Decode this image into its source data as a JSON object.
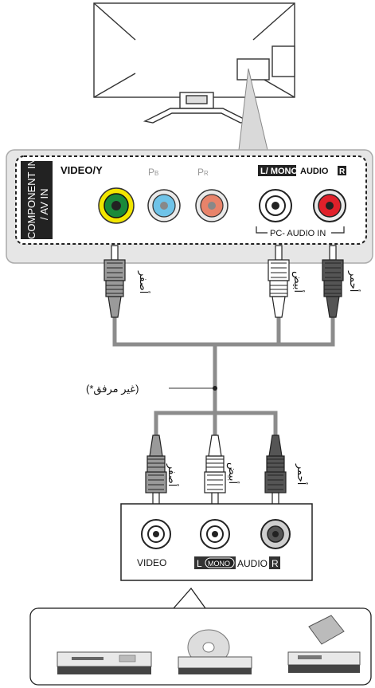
{
  "panel": {
    "group_label_line1": "COMPONENT IN",
    "group_label_line2": "/ AV IN",
    "video_y": "VIDEO/Y",
    "pb": "PB",
    "pr": "PR",
    "l_mono": "L/ MONO",
    "audio": "AUDIO",
    "r": "R",
    "pc_audio_in": "PC- AUDIO IN"
  },
  "cable": {
    "not_supplied": "(*غير مرفق)",
    "label_yellow": "أصفر",
    "label_white": "أبيض",
    "label_red": "أحمر"
  },
  "device_panel": {
    "video": "VIDEO",
    "l": "L",
    "mono": "MONO",
    "audio": "AUDIO",
    "r": "R"
  },
  "colors": {
    "yellow_jack": "#f2e600",
    "green_jack": "#1a8a3a",
    "pb_jack": "#6fc3e8",
    "pr_jack": "#e8836a",
    "red_jack": "#e0202a",
    "panel_fill": "#ececec",
    "cable_gray": "#8c8c8c"
  }
}
